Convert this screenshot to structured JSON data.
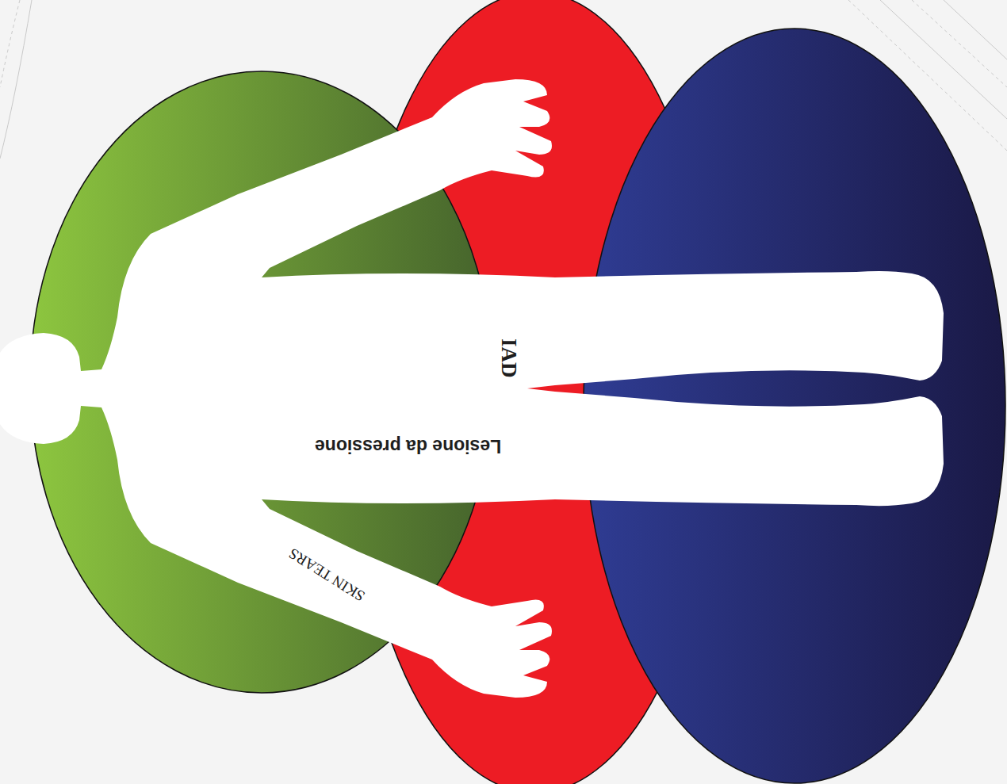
{
  "diagram": {
    "labels": [
      "Lesione da pressione",
      "IAD",
      "SKIN TEARS"
    ]
  }
}
